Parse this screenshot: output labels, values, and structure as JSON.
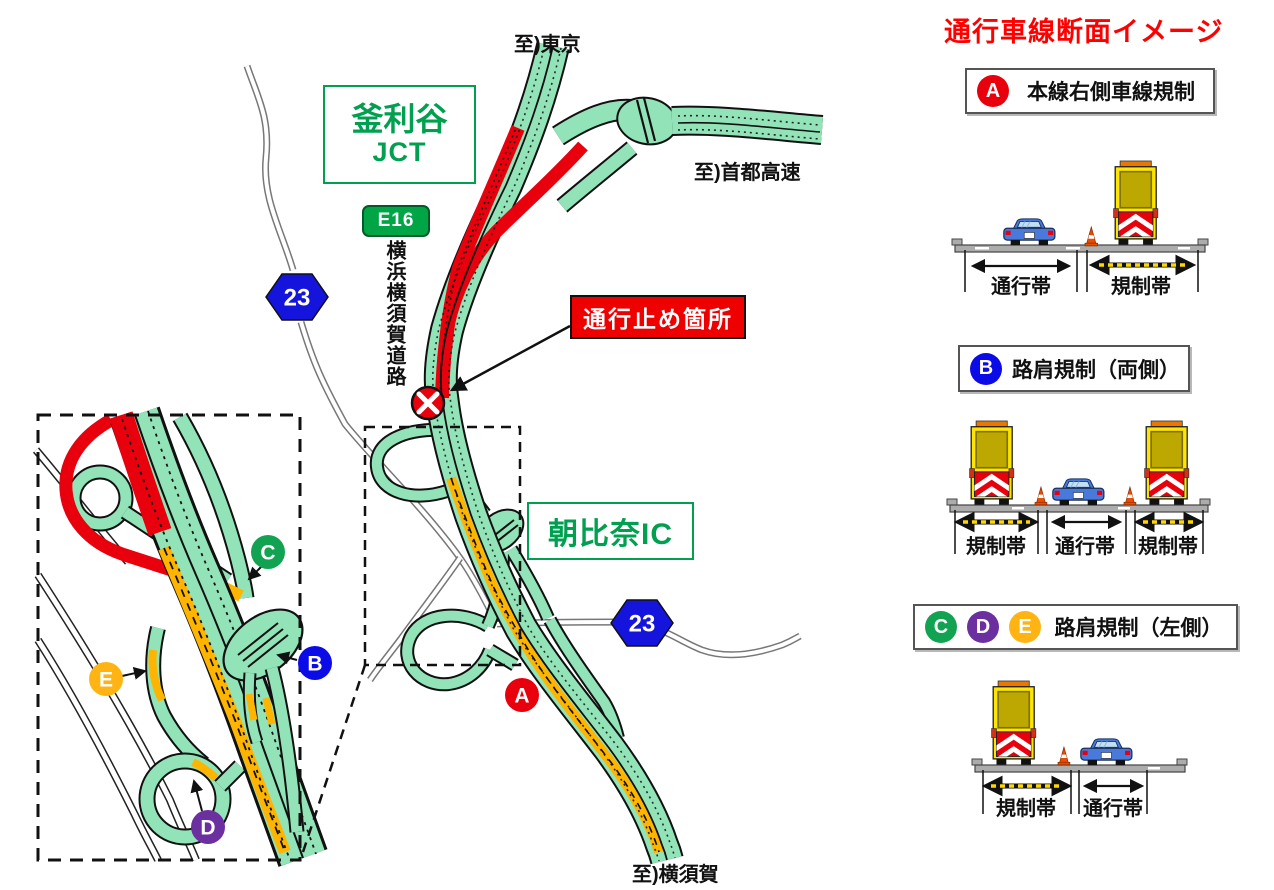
{
  "map": {
    "direction_labels": {
      "tokyo": "至)東京",
      "shuto": "至)首都高速",
      "yokosuka": "至)横須賀"
    },
    "junction_box": {
      "line1": "釜利谷",
      "line2": "JCT"
    },
    "ic_box": {
      "name": "朝比奈IC"
    },
    "route_shield": {
      "code": "E16",
      "road_name": "横浜横須賀道路"
    },
    "route23_badge": "23",
    "closure_box": {
      "label": "通行止め箇所"
    },
    "markers": {
      "a": "A",
      "b": "B",
      "c": "C",
      "d": "D",
      "e": "E"
    }
  },
  "panel": {
    "title": "通行車線断面イメージ",
    "section_a": {
      "marker": "A",
      "heading": "本線右側車線規制",
      "zone_traffic": "通行帯",
      "zone_regulated": "規制帯"
    },
    "section_b": {
      "marker": "B",
      "heading": "路肩規制（両側）",
      "zone_left": "規制帯",
      "zone_center": "通行帯",
      "zone_right": "規制帯"
    },
    "section_cde": {
      "markers": [
        "C",
        "D",
        "E"
      ],
      "heading": "路肩規制（左側）",
      "zone_regulated": "規制帯",
      "zone_traffic": "通行帯"
    }
  },
  "colors": {
    "road_green": "#92E4B8",
    "closed_red": "#E8000D",
    "regulated_orange": "#FFB400",
    "marker_a": "#E8000D",
    "marker_b": "#0B0BE8",
    "marker_c": "#12A352",
    "marker_d": "#6B2FA0",
    "marker_e": "#FFB414",
    "route_badge_blue": "#1414DC",
    "sign_green": "#00A050",
    "title_red": "#FF0000"
  }
}
